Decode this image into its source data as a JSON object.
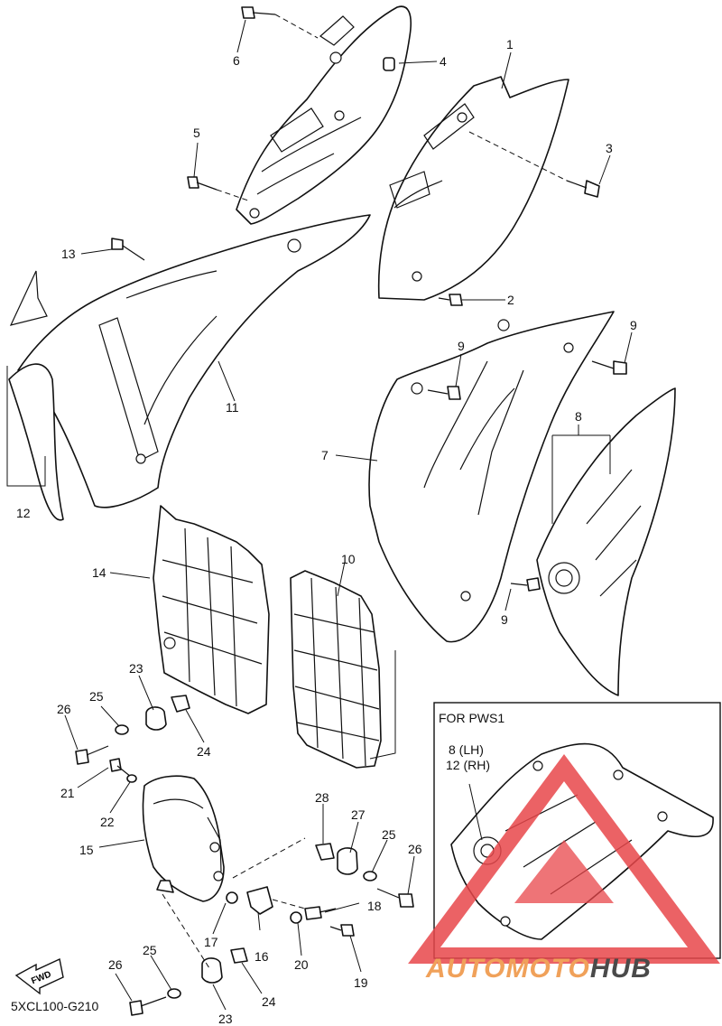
{
  "diagram_code": "5XCL100-G210",
  "inset": {
    "title": "FOR PWS1",
    "label_lh": "8  (LH)",
    "label_rh": "12 (RH)"
  },
  "fwd_label": "FWD",
  "watermark": {
    "part1": "AUTOMOTO",
    "part2": "HUB",
    "color_accent": "#e8464a",
    "color_text": "#f0a15a"
  },
  "callouts": [
    "1",
    "2",
    "3",
    "4",
    "5",
    "6",
    "7",
    "8",
    "9",
    "9",
    "9",
    "10",
    "11",
    "12",
    "13",
    "14",
    "15",
    "16",
    "17",
    "18",
    "19",
    "20",
    "21",
    "22",
    "23",
    "23",
    "24",
    "24",
    "25",
    "25",
    "25",
    "26",
    "26",
    "26",
    "27",
    "28"
  ]
}
